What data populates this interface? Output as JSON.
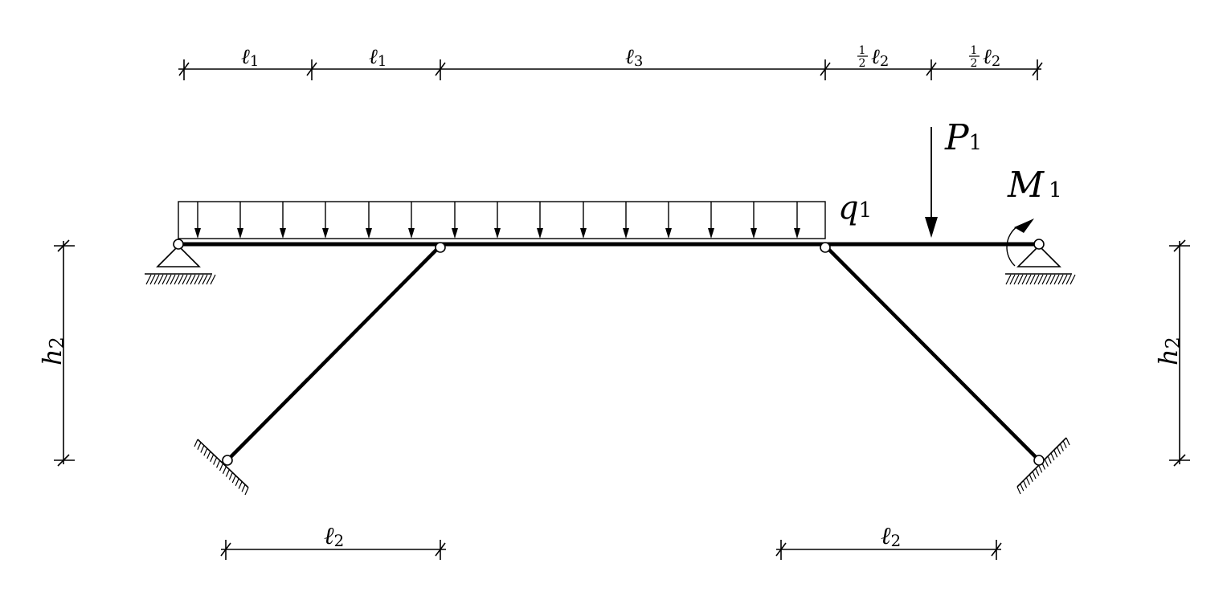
{
  "labels": {
    "l1_a": "ℓ",
    "l1_a_sub": "1",
    "l1_b": "ℓ",
    "l1_b_sub": "1",
    "l3": "ℓ",
    "l3_sub": "3",
    "half_l2_a_num": "1",
    "half_l2_a_den": "2",
    "half_l2_a": "ℓ",
    "half_l2_a_sub": "2",
    "half_l2_b_num": "1",
    "half_l2_b_den": "2",
    "half_l2_b": "ℓ",
    "half_l2_b_sub": "2",
    "P": "P",
    "P_sub": "1",
    "M": "M",
    "M_sub": "1",
    "q": "q",
    "q_sub": "1",
    "h2_left": "h",
    "h2_left_sub": "2",
    "h2_right": "h",
    "h2_right_sub": "2",
    "l2_bottom_left": "ℓ",
    "l2_bottom_left_sub": "2",
    "l2_bottom_right": "ℓ",
    "l2_bottom_right_sub": "2"
  }
}
